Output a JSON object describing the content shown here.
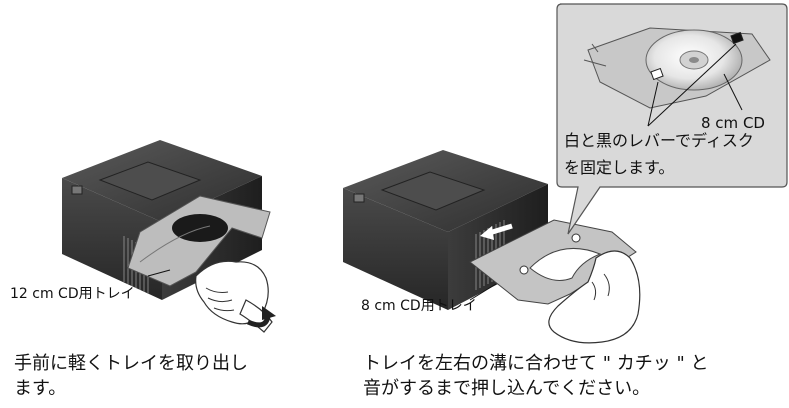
{
  "left_panel": {
    "tray_label": "12 cm CD用トレイ",
    "caption_line1": "手前に軽くトレイを取り出し",
    "caption_line2": "ます。"
  },
  "right_panel": {
    "tray_label": "8 cm CD用トレイ",
    "caption_line1": "トレイを左右の溝に合わせて \" カチッ \" と",
    "caption_line2": "音がするまで押し込んでください。"
  },
  "callout": {
    "disc_label": "8 cm CD",
    "note_line1": "白と黒のレバーでディスク",
    "note_line2": "を固定します。"
  },
  "colors": {
    "device_dark": "#3a3a3a",
    "tray_gray": "#bdbdbd",
    "callout_bg": "#d9d9d9"
  }
}
